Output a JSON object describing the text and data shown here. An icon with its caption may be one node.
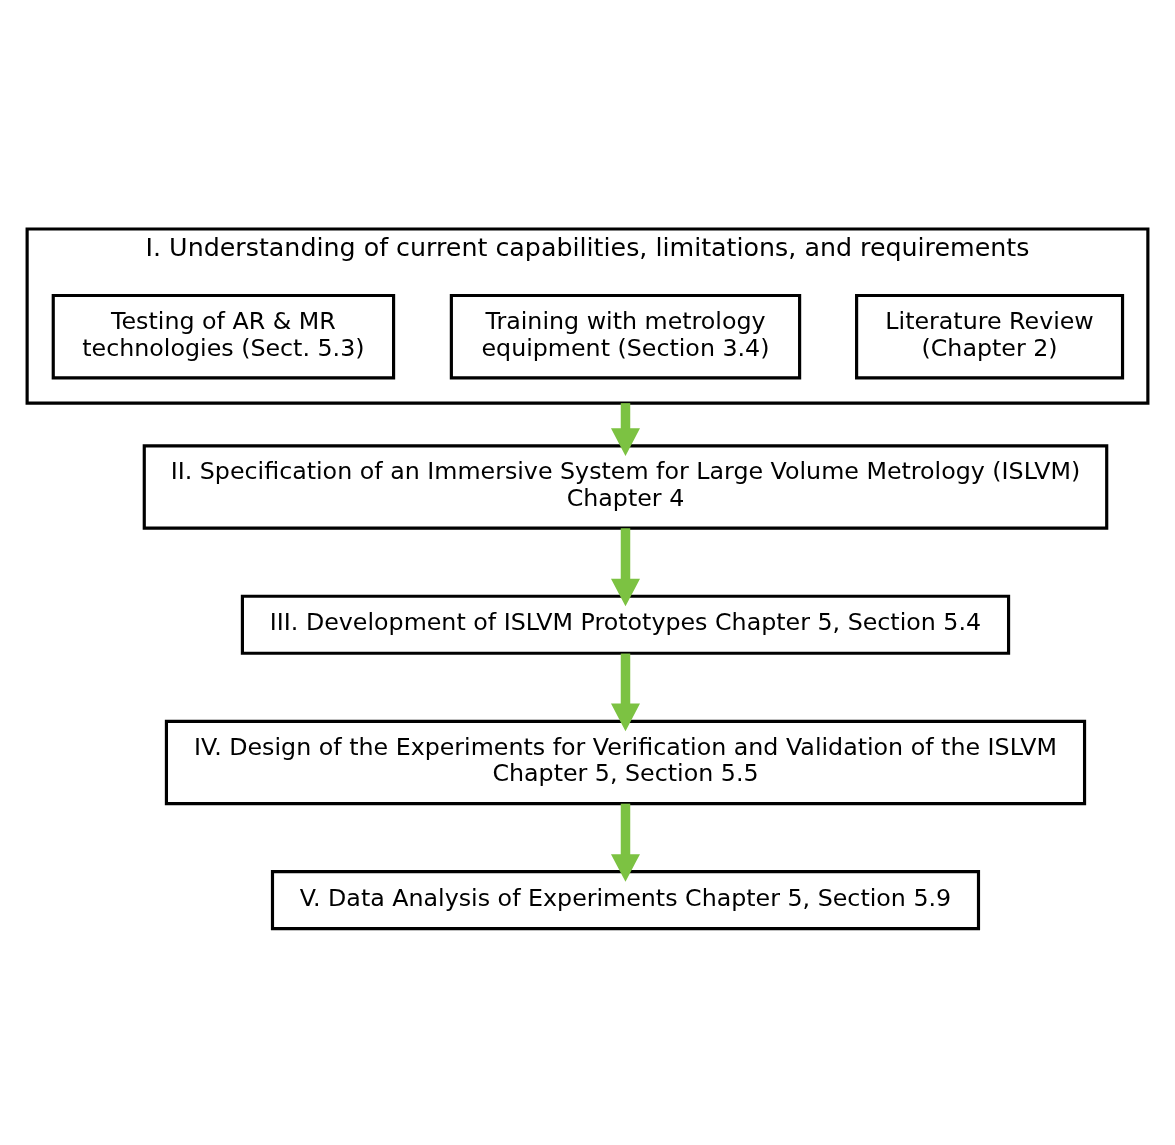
{
  "diagram": {
    "nodes": [
      {
        "text": [
          "I. Understanding of current capabilities, limitations, and requirements"
        ]
      },
      {
        "text": [
          "Literature Review (Chapter 2)"
        ],
        "in": 0
      },
      {
        "text": [
          "Training with metrology equipment (Section 3.4)"
        ],
        "in": 0
      },
      {
        "text": [
          "Testing of AR & MR technologies (Sect. 5.3)"
        ],
        "in": 0
      },
      {
        "text": [
          "II. Specification of an Immersive System for Large Volume Metrology (ISLVM) Chapter 4"
        ]
      },
      {
        "text": [
          "III. Development of ISLVM Prototypes Chapter 5, Section 5.4"
        ]
      },
      {
        "text": [
          "IV. Design of the Experiments for Verification and Validation of the ISLVM Chapter 5, Section 5.5"
        ]
      },
      {
        "text": [
          "V. Data Analysis of Experiments Chapter 5, Section 5.9"
        ]
      }
    ],
    "edges": [
      {
        "from": 0,
        "to": 4,
        "arrow": "to"
      },
      {
        "from": 4,
        "to": 5,
        "arrow": "to"
      },
      {
        "from": 5,
        "to": 6,
        "arrow": "to"
      },
      {
        "from": 6,
        "to": 7,
        "arrow": "to"
      }
    ]
  }
}
